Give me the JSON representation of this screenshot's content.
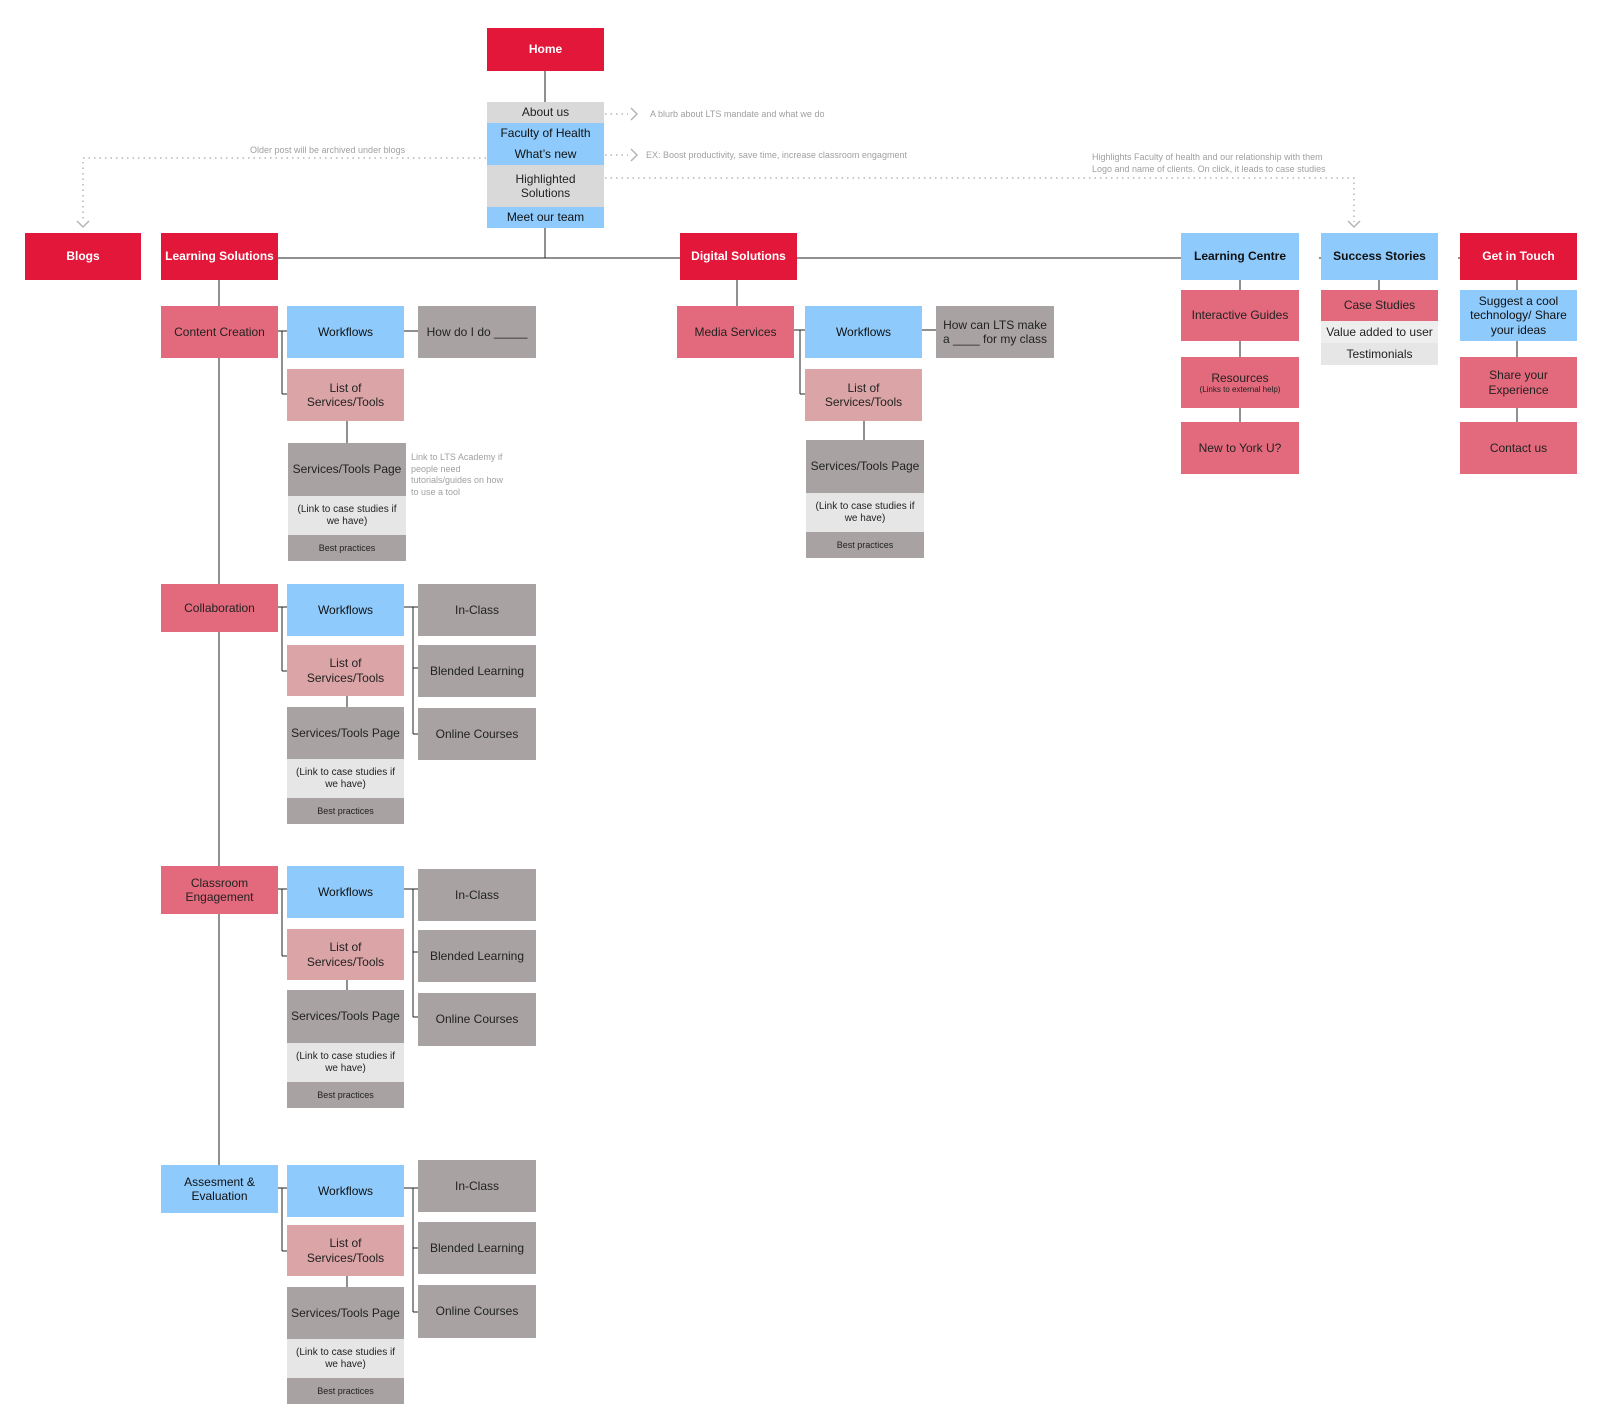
{
  "home": "Home",
  "home_menu": {
    "about": "About us",
    "faculty": "Faculty of Health",
    "whats_new": "What’s new",
    "highlighted": "Highlighted Solutions",
    "team": "Meet our team"
  },
  "notes": {
    "about": "A blurb about LTS mandate and what we do",
    "whats_new": "EX: Boost productivity, save time, increase classroom engagment",
    "older_posts": "Older post will be archived under blogs",
    "highlights_1": "Highlights Faculty of health and our relationship with them",
    "highlights_2": "Logo and name of clients. On click, it leads to case studies",
    "academy": "Link to LTS Academy if people need tutorials/guides on how to use a tool"
  },
  "top": {
    "blogs": "Blogs",
    "learning_solutions": "Learning Solutions",
    "digital_solutions": "Digital Solutions",
    "learning_centre": "Learning Centre",
    "success_stories": "Success Stories",
    "get_in_touch": "Get in Touch"
  },
  "ls": {
    "content_creation": "Content Creation",
    "collaboration": "Collaboration",
    "classroom_engagement": "Classroom Engagement",
    "assessment": "Assesment & Evaluation"
  },
  "common": {
    "workflows": "Workflows",
    "list_services": "List of Services/Tools",
    "services_page": "Services/Tools Page",
    "link_case": "(Link to case studies if we have)",
    "best_practices": "Best practices",
    "in_class": "In-Class",
    "blended": "Blended Learning",
    "online": "Online Courses"
  },
  "cc_how": "How do I do _____",
  "ds": {
    "media_services": "Media Services",
    "how_can": "How can LTS make a ____ for my class"
  },
  "lc": {
    "interactive": "Interactive Guides",
    "resources": "Resources",
    "resources_sub": "(Links to external help)",
    "new_york": "New to York U?"
  },
  "ss": {
    "case_studies": "Case Studies",
    "value": "Value added to user",
    "testimonials": "Testimonials"
  },
  "git": {
    "suggest": "Suggest a cool technology/ Share your ideas",
    "share": "Share your Experience",
    "contact": "Contact us"
  }
}
